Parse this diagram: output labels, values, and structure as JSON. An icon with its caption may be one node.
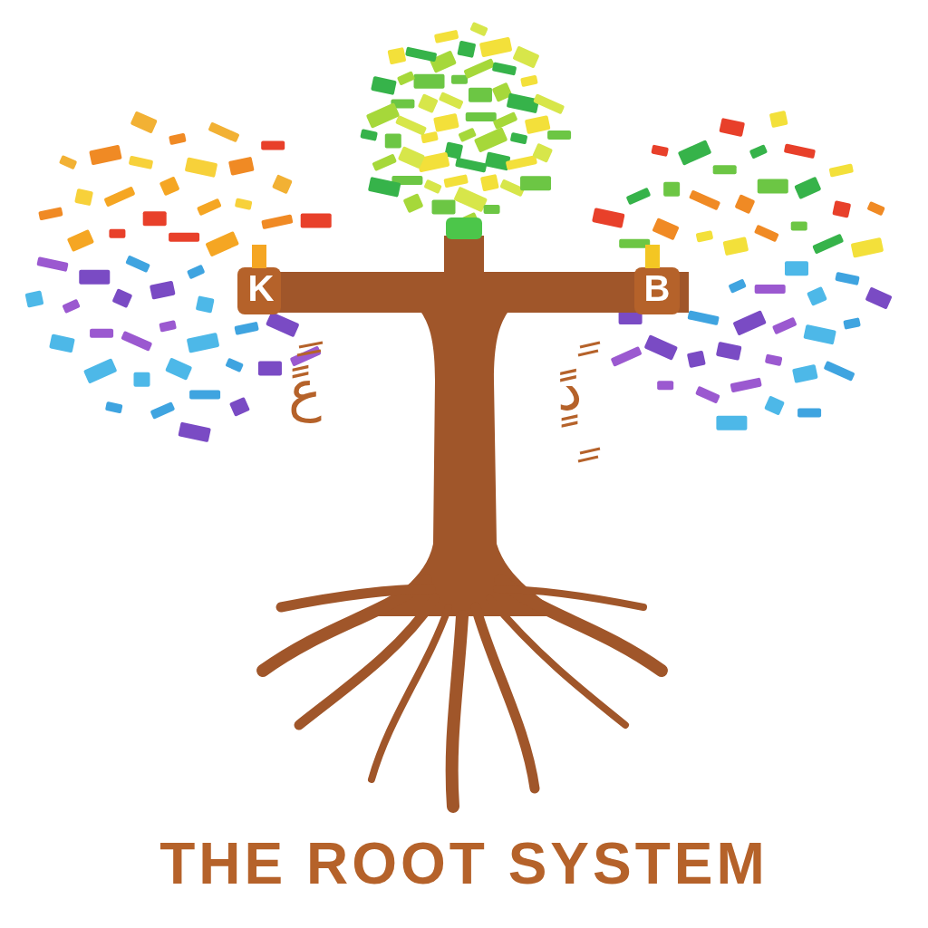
{
  "diagram": {
    "title": "THE ROOT SYSTEM",
    "labels": [
      "K",
      "B",
      "عً",
      "دًٍ"
    ]
  }
}
